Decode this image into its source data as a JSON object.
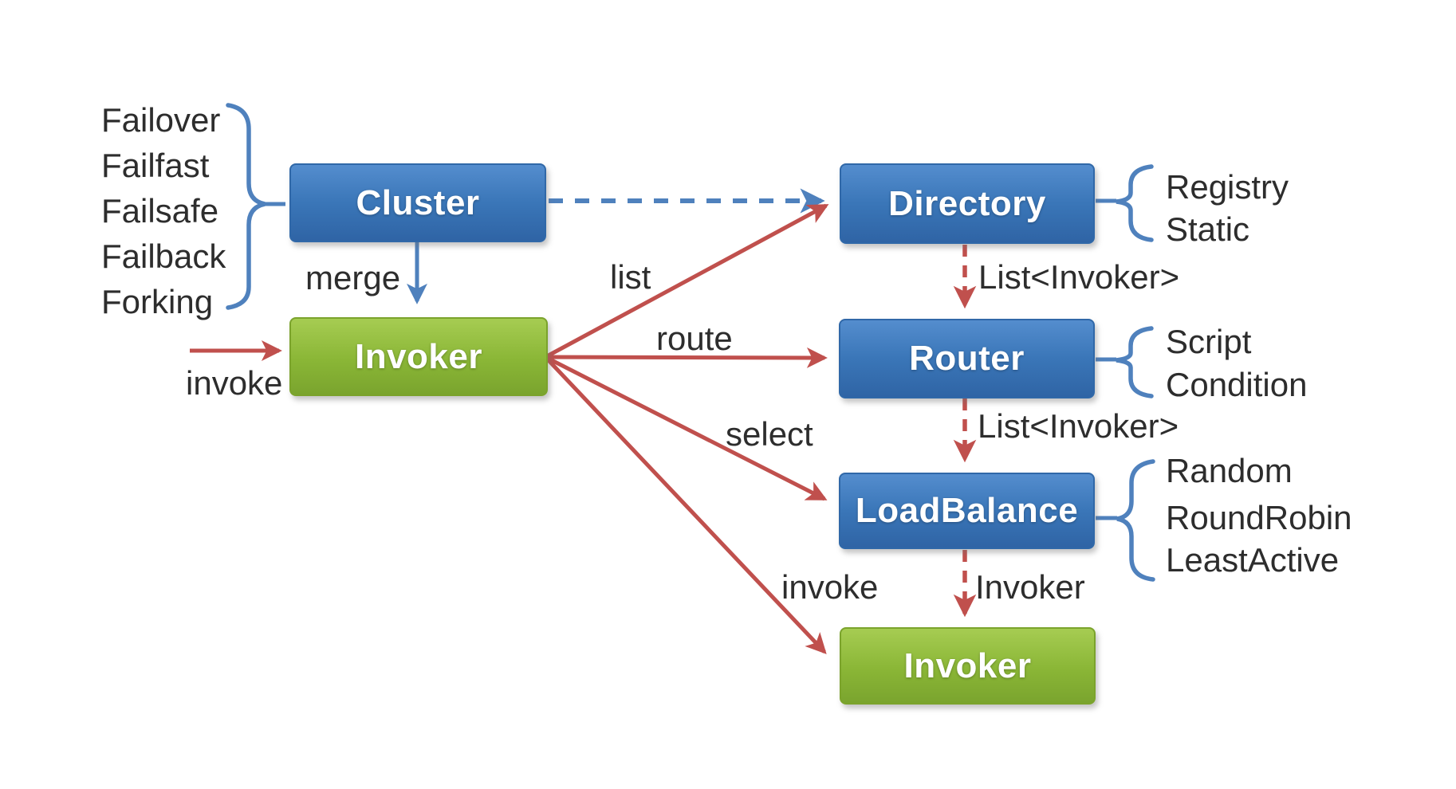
{
  "diagram": {
    "boxes": {
      "cluster": {
        "label": "Cluster"
      },
      "invoker_top": {
        "label": "Invoker"
      },
      "directory": {
        "label": "Directory"
      },
      "router": {
        "label": "Router"
      },
      "loadbalance": {
        "label": "LoadBalance"
      },
      "invoker_bottom": {
        "label": "Invoker"
      }
    },
    "groups": {
      "cluster_impls": {
        "items": [
          "Failover",
          "Failfast",
          "Failsafe",
          "Failback",
          "Forking"
        ]
      },
      "directory_impls": {
        "items": [
          "Registry",
          "Static"
        ]
      },
      "router_impls": {
        "items": [
          "Script",
          "Condition"
        ]
      },
      "loadbalance_impls": {
        "items": [
          "Random",
          "RoundRobin",
          "LeastActive"
        ]
      }
    },
    "edge_labels": {
      "invoke_left": "invoke",
      "merge": "merge",
      "list": "list",
      "route": "route",
      "select": "select",
      "invoke_bottom": "invoke",
      "list_invoker_1": "List<Invoker>",
      "list_invoker_2": "List<Invoker>",
      "invoker_result": "Invoker"
    },
    "colors": {
      "box_blue": "#3a76b8",
      "box_green": "#8ab636",
      "arrow_red": "#c0504d",
      "arrow_blue": "#4f81bd",
      "label_text": "#2d2d2d",
      "box_text": "#ffffff"
    }
  }
}
